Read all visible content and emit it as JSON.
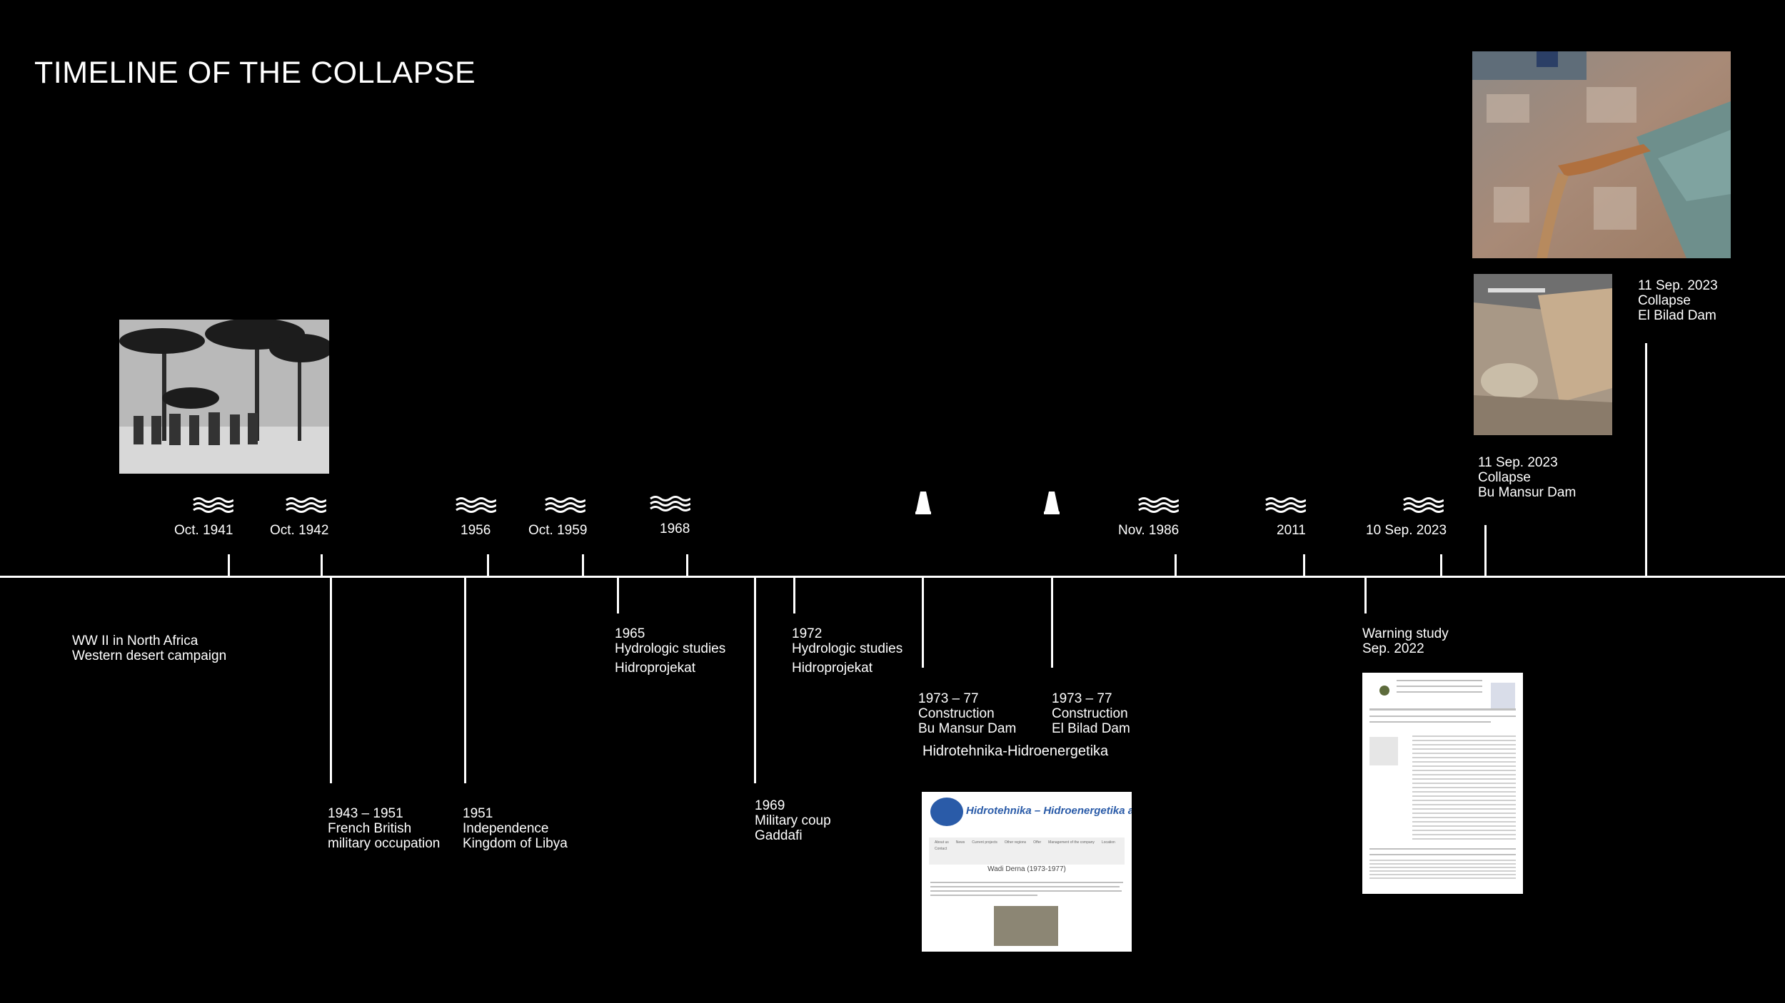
{
  "title": "TIMELINE OF THE COLLAPSE",
  "accent_color": "#ffffff",
  "background_color": "#000000",
  "floods": [
    {
      "date": "Oct. 1941",
      "icon": "flood-waves-icon"
    },
    {
      "date": "Oct. 1942",
      "icon": "flood-waves-icon"
    },
    {
      "date": "1956",
      "icon": "flood-waves-icon"
    },
    {
      "date": "Oct. 1959",
      "icon": "flood-waves-icon"
    },
    {
      "date": "1968",
      "icon": "flood-waves-icon"
    },
    {
      "date": "Nov. 1986",
      "icon": "flood-waves-icon"
    },
    {
      "date": "2011",
      "icon": "flood-waves-icon"
    },
    {
      "date": "10 Sep. 2023",
      "icon": "flood-waves-icon"
    }
  ],
  "dam_icons": [
    "dam-cone-icon",
    "dam-cone-icon"
  ],
  "collapses": [
    {
      "date": "11 Sep. 2023",
      "event": "Collapse",
      "name": "Bu Mansur Dam"
    },
    {
      "date": "11 Sep. 2023",
      "event": "Collapse",
      "name": "El Bilad Dam"
    }
  ],
  "events": {
    "ww2": {
      "line1": "WW II in North Africa",
      "line2": "Western desert campaign"
    },
    "occupation": {
      "date": "1943 – 1951",
      "line1": "French British",
      "line2": "military occupation"
    },
    "independence": {
      "date": "1951",
      "line1": "Independence",
      "line2": "Kingdom of Libya"
    },
    "study1965": {
      "date": "1965",
      "line1": "Hydrologic studies",
      "line2": "Hidroprojekat"
    },
    "coup": {
      "date": "1969",
      "line1": "Military coup",
      "line2": "Gaddafi"
    },
    "study1972": {
      "date": "1972",
      "line1": "Hydrologic studies",
      "line2": "Hidroprojekat"
    },
    "construction_bumansur": {
      "date": "1973 – 77",
      "line1": "Construction",
      "line2": "Bu Mansur Dam"
    },
    "construction_elbilad": {
      "date": "1973 – 77",
      "line1": "Construction",
      "line2": "El Bilad Dam"
    },
    "contractor": "Hidrotehnika-Hidroenergetika",
    "warning": {
      "line1": "Warning study",
      "line2": "Sep. 2022"
    }
  },
  "website": {
    "logo_text": "Hidrotehnika – Hidroenergetika a.d.",
    "page_title": "Wadi Derna (1973-1977)",
    "nav": [
      "About us",
      "News",
      "Current projects",
      "Other regions",
      "Offer",
      "Management of the company",
      "Location",
      "Contact"
    ]
  }
}
